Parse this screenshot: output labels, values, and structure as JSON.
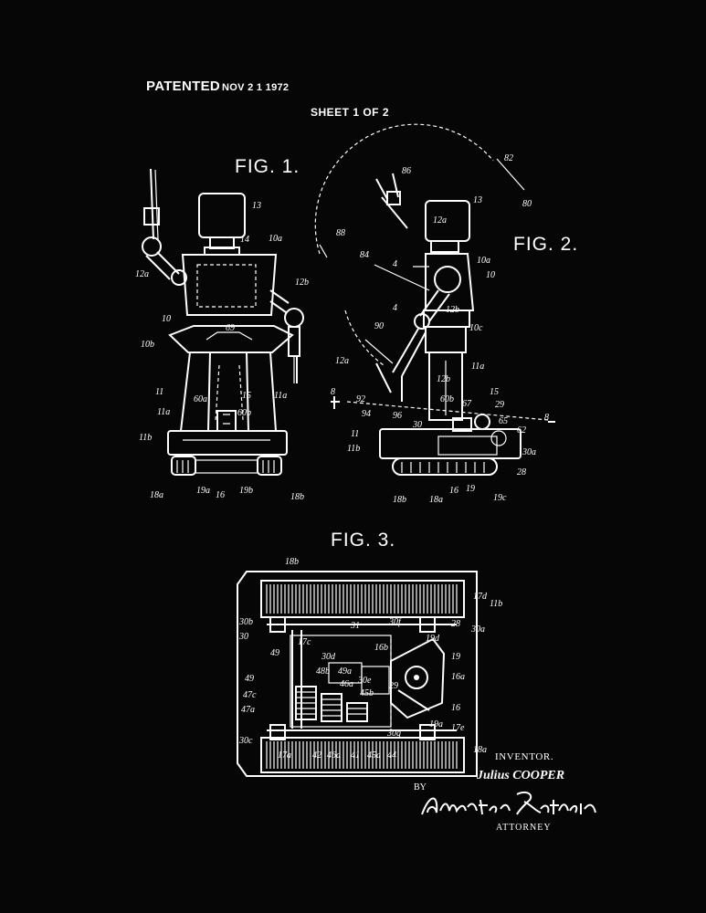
{
  "header": {
    "patented": "PATENTED",
    "date": "NOV 2 1 1972",
    "sheet": "SHEET 1 OF 2"
  },
  "figures": {
    "fig1": "FIG. 1.",
    "fig2": "FIG. 2.",
    "fig3": "FIG. 3."
  },
  "signature": {
    "inventor_label": "INVENTOR.",
    "inventor_name": "Julius COOPER",
    "by": "BY",
    "attorney_signature": "Amster & Rothstein",
    "attorney_label": "ATTORNEY"
  },
  "fig1_refs": [
    "13",
    "14",
    "10a",
    "12a",
    "12b",
    "10",
    "10b",
    "69",
    "11",
    "11a",
    "60a",
    "15",
    "60b",
    "11b",
    "18a",
    "19a",
    "16",
    "19b",
    "18b"
  ],
  "fig2_refs": [
    "82",
    "86",
    "80",
    "13",
    "12a",
    "88",
    "84",
    "4",
    "10a",
    "10",
    "12b",
    "4",
    "10c",
    "90",
    "12a",
    "11a",
    "12b",
    "8",
    "92",
    "60b",
    "67",
    "15",
    "29",
    "94",
    "96",
    "30",
    "65",
    "8",
    "11",
    "11b",
    "62",
    "30a",
    "28",
    "18b",
    "18a",
    "16",
    "19",
    "19c"
  ],
  "fig3_refs": [
    "18b",
    "17d",
    "11b",
    "30b",
    "30",
    "17c",
    "31",
    "30f",
    "28",
    "30a",
    "19d",
    "49",
    "16b",
    "19",
    "30d",
    "48b",
    "49a",
    "16a",
    "49",
    "46a",
    "30e",
    "29",
    "47c",
    "45b",
    "47a",
    "16",
    "30c",
    "17a",
    "42",
    "46a",
    "41",
    "45a",
    "44",
    "30g",
    "17e",
    "19a",
    "18a"
  ],
  "colors": {
    "background": "#060606",
    "line": "#ffffff"
  }
}
